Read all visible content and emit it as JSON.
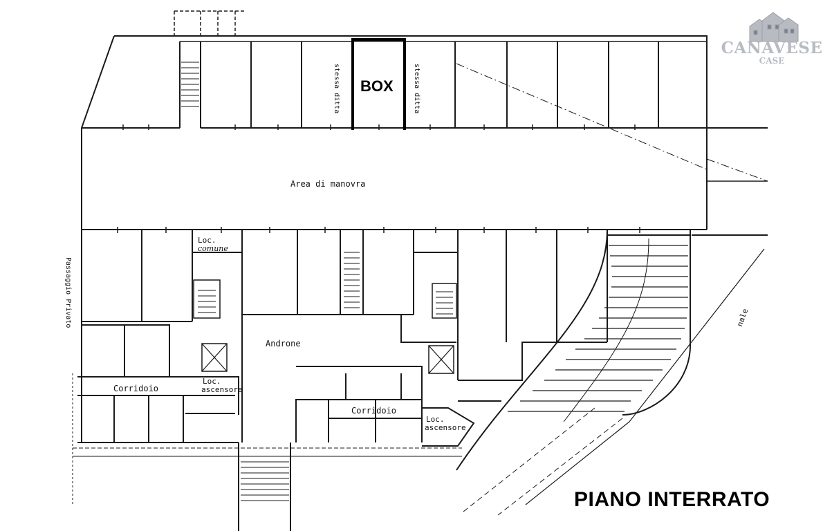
{
  "logo": {
    "name": "CANAVESE",
    "sub": "CASE",
    "color": "#b8bcc2"
  },
  "labels": {
    "box": "BOX",
    "stessa_ditta": "stessa ditta",
    "area_manovra": "Area di manovra",
    "loc": "Loc.",
    "comune": "comune",
    "androne": "Androne",
    "corridoio": "Corridoio",
    "loc_ascensore": "Loc.",
    "ascensore": "ascensore",
    "passaggio": "Passaggio Privato",
    "nale": "nale"
  },
  "title": "PIANO INTERRATO",
  "colors": {
    "line": "#1a1a1a",
    "box_outline": "#000000"
  }
}
